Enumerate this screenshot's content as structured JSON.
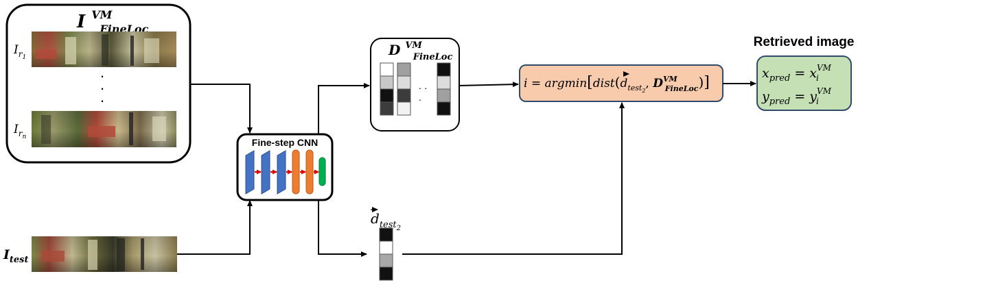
{
  "db_box": {
    "title_base": "I",
    "title_sup": "VM",
    "title_sub": "FineLoc",
    "row1": {
      "base": "I",
      "sub": "r",
      "subsub": "1"
    },
    "dots": "·",
    "rown": {
      "base": "I",
      "sub": "r",
      "subsub": "n"
    }
  },
  "test_image": {
    "base": "I",
    "sub": "test"
  },
  "cnn": {
    "title": "Fine-step CNN",
    "colors": {
      "conv": "#4472c4",
      "fc": "#ed7d31",
      "out": "#00b050",
      "arrow": "#e00000"
    }
  },
  "descriptors_box": {
    "title_base": "D",
    "title_sup": "VM",
    "title_sub": "FineLoc",
    "dots_h": "· ·",
    "dots_v": "·",
    "columns": [
      [
        "#ffffff",
        "#c8c8c8",
        "#111111",
        "#3c3c3c"
      ],
      [
        "#a0a0a0",
        "#dcdcdc",
        "#3c3c3c",
        "#f2f2f2"
      ],
      [
        "#111111",
        "#dcdcdc",
        "#a0a0a0",
        "#111111"
      ]
    ]
  },
  "test_descriptor": {
    "base": "d",
    "vec": "⃗",
    "sub": "test",
    "subsub": "2",
    "cells": [
      "#111111",
      "#ffffff",
      "#a8a8a8",
      "#111111"
    ]
  },
  "argmin_box": {
    "i": "i",
    "eq": " = ",
    "fn": "argmin",
    "lb": "[",
    "dist": "dist",
    "lp": "(",
    "d": "d",
    "sub": "test",
    "subsub": "2",
    "comma": ", ",
    "D": "D",
    "D_sup": "VM",
    "D_sub": "FineLoc",
    "rp": ")",
    "rb": "]",
    "fill": "#f8cbad",
    "stroke": "#2f4a6b"
  },
  "retrieved": {
    "label": "Retrieved image",
    "line1": {
      "lhs": "x",
      "lhs_sub": "pred",
      "eq": " = ",
      "rhs": "x",
      "rhs_sub": "i",
      "rhs_sup": "VM"
    },
    "line2": {
      "lhs": "y",
      "lhs_sub": "pred",
      "eq": " = ",
      "rhs": "y",
      "rhs_sub": "i",
      "rhs_sup": "VM"
    },
    "fill": "#c5e0b4",
    "stroke": "#2f4a6b"
  }
}
